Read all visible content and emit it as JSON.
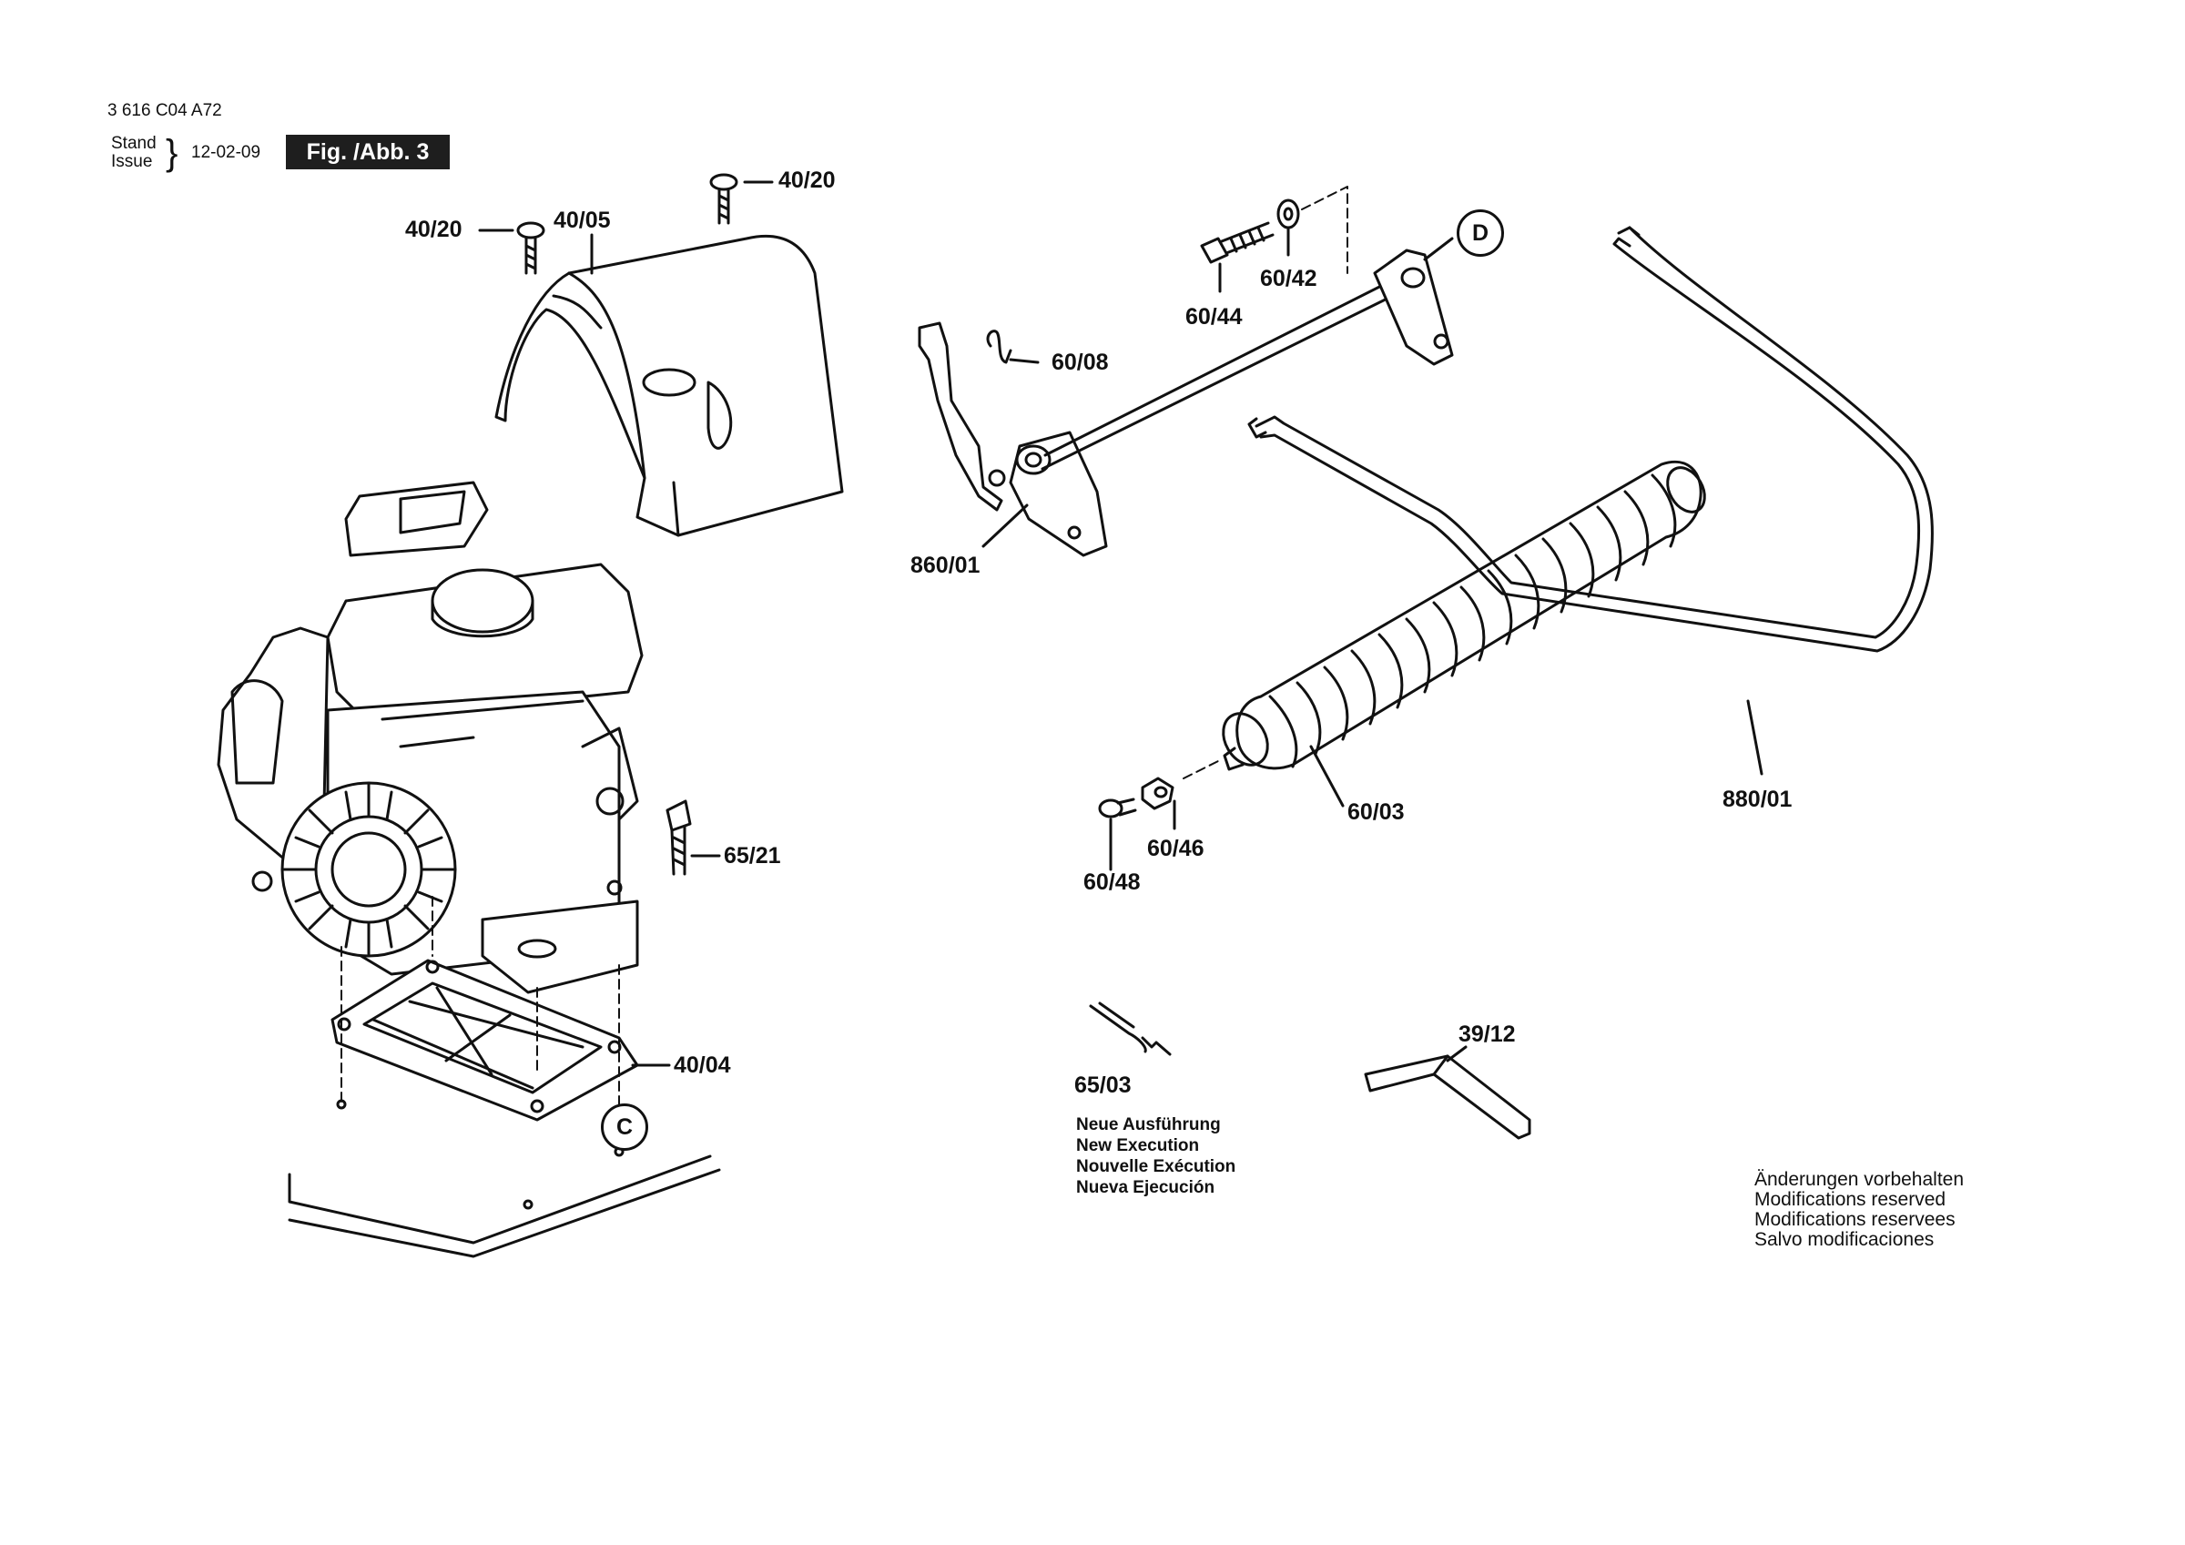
{
  "header": {
    "doc_number": "3 616 C04 A72",
    "stand_label": "Stand",
    "issue_label": "Issue",
    "date": "12-02-09",
    "figure_label": "Fig. /Abb. 3"
  },
  "callouts": {
    "c_40_20_top": "40/20",
    "c_40_20_left": "40/20",
    "c_40_05": "40/05",
    "c_65_21": "65/21",
    "c_40_04": "40/04",
    "c_60_44": "60/44",
    "c_60_42": "60/42",
    "c_60_08": "60/08",
    "c_860_01": "860/01",
    "c_60_03": "60/03",
    "c_880_01": "880/01",
    "c_60_46": "60/46",
    "c_60_48": "60/48",
    "c_65_03": "65/03",
    "c_39_12": "39/12"
  },
  "reference_markers": {
    "c": "C",
    "d": "D"
  },
  "new_execution_note": [
    "Neue Ausführung",
    "New Execution",
    "Nouvelle Exécution",
    "Nueva Ejecución"
  ],
  "modifications_note": [
    "Änderungen vorbehalten",
    "Modifications reserved",
    "Modifications reservees",
    "Salvo modificaciones"
  ]
}
